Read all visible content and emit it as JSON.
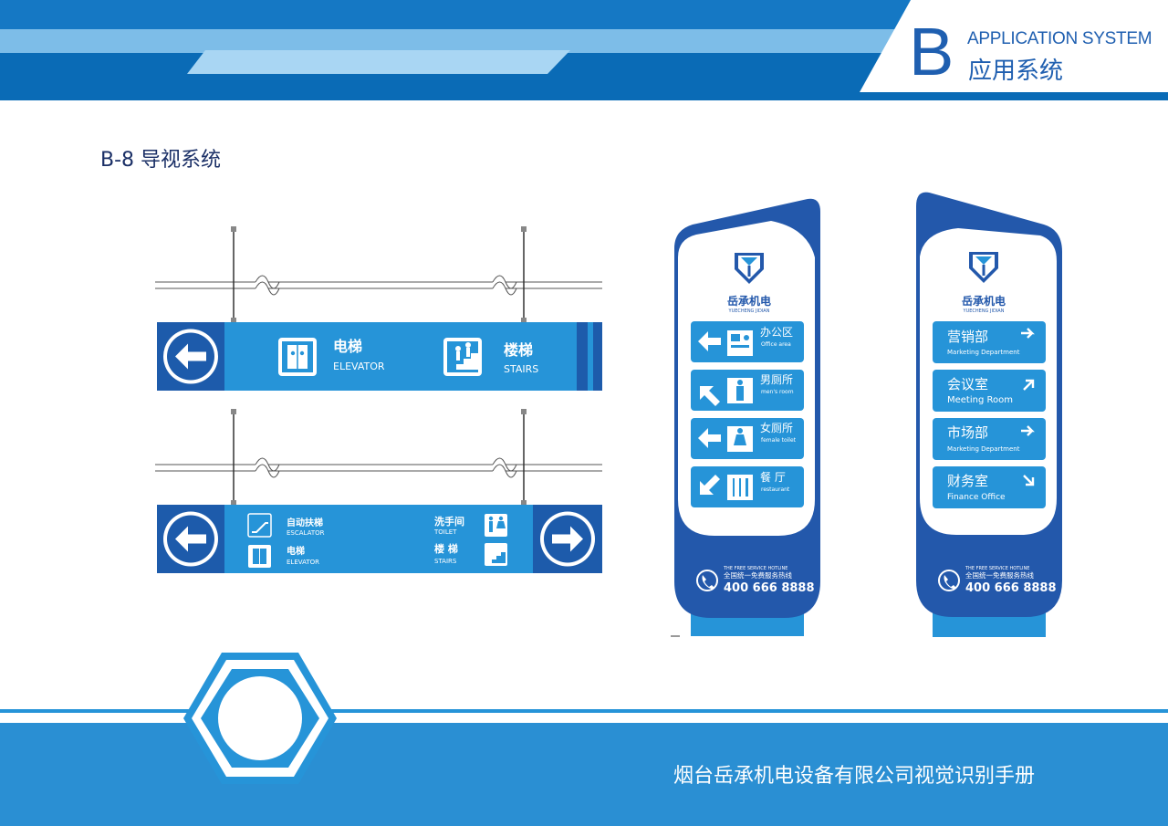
{
  "header": {
    "letter": "B",
    "title_en": "APPLICATION SYSTEM",
    "title_cn": "应用系统"
  },
  "section_title": "B-8 导视系统",
  "hanging_sign_1": {
    "elevator_cn": "电梯",
    "elevator_en": "ELEVATOR",
    "stairs_cn": "楼梯",
    "stairs_en": "STAIRS"
  },
  "hanging_sign_2": {
    "escalator_cn": "自动扶梯",
    "escalator_en": "ESCALATOR",
    "elevator_cn": "电梯",
    "elevator_en": "ELEVATOR",
    "toilet_cn": "洗手间",
    "toilet_en": "TOILET",
    "stairs_cn": "楼 梯",
    "stairs_en": "STAIRS"
  },
  "totem_left": {
    "logo_cn": "岳承机电",
    "logo_en": "YUECHENG JIDIAN",
    "items": [
      {
        "cn": "办公区",
        "en": "Office area"
      },
      {
        "cn": "男厕所",
        "en": "men's room"
      },
      {
        "cn": "女厕所",
        "en": "female toilet"
      },
      {
        "cn": "餐  厅",
        "en": "restaurant"
      }
    ],
    "hotline_en": "THE FREE SERVICE HOTLINE",
    "hotline_cn": "全国统一免费服务热线",
    "hotline_number": "400 666 8888"
  },
  "totem_right": {
    "logo_cn": "岳承机电",
    "logo_en": "YUECHENG JIDIAN",
    "items": [
      {
        "cn": "营销部",
        "en": "Marketing Department"
      },
      {
        "cn": "会议室",
        "en": "Meeting Room"
      },
      {
        "cn": "市场部",
        "en": "Marketing Department"
      },
      {
        "cn": "财务室",
        "en": "Finance Office"
      }
    ],
    "hotline_en": "THE FREE SERVICE HOTLINE",
    "hotline_cn": "全国统一免费服务热线",
    "hotline_number": "400 666 8888"
  },
  "footer_text": "烟台岳承机电设备有限公司视觉识别手册",
  "colors": {
    "dark_blue": "#1f5fb0",
    "mid_blue": "#2694d8",
    "light_blue": "#7dbde8",
    "navy": "#1d3f8f"
  }
}
